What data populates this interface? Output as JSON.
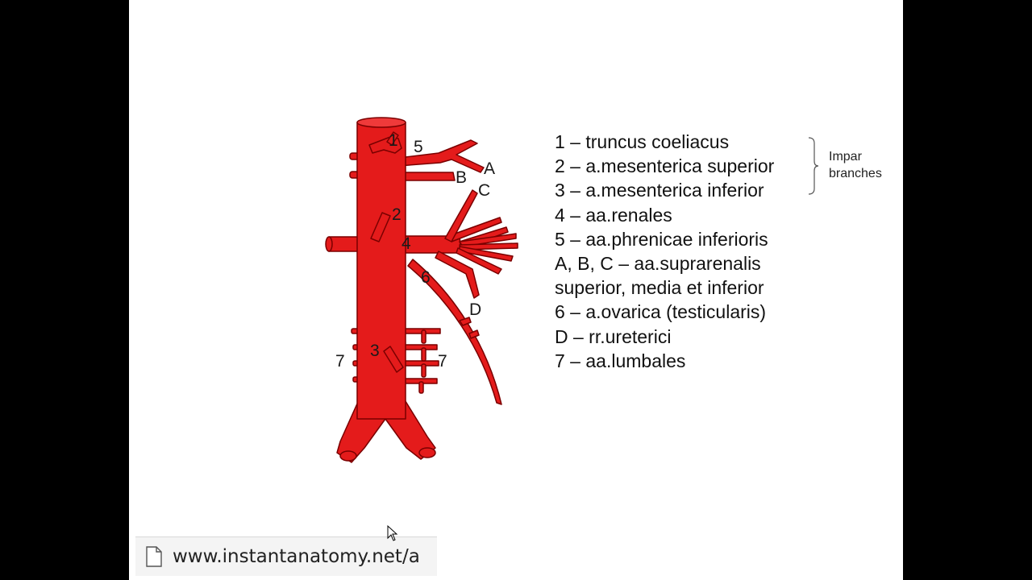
{
  "diagram": {
    "labels": {
      "n1": "1",
      "n2": "2",
      "n3": "3",
      "n4": "4",
      "n5": "5",
      "n6": "6",
      "n7_left": "7",
      "n7_right": "7",
      "A": "A",
      "B": "B",
      "C": "C",
      "D": "D"
    },
    "vessel_color": "#e41b1b",
    "outline_color": "#7a0000"
  },
  "legend": {
    "items": [
      "1 – truncus  coeliacus",
      "2 – a.mesenterica  superior",
      "3 – a.mesenterica  inferior",
      "4 – aa.renales",
      " 5 – aa.phrenicae  inferioris",
      " A, B, C – aa.suprarenalis",
      " superior,  media  et  inferior",
      "6 – a.ovarica  (testicularis)",
      "D – rr.ureterici",
      " 7 – aa.lumbales"
    ],
    "bracket_label_line1": "Impar",
    "bracket_label_line2": "branches"
  },
  "browser": {
    "url": "www.instantanatomy.net/a"
  }
}
